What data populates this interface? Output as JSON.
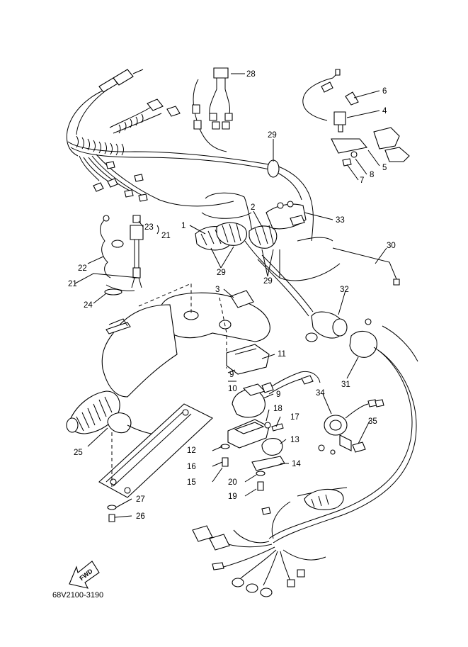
{
  "diagram": {
    "code": "68V2100-3190",
    "fwd_label": "FWD",
    "callouts": {
      "c1": "1",
      "c2": "2",
      "c3": "3",
      "c4": "4",
      "c5": "5",
      "c6": "6",
      "c7": "7",
      "c8": "8",
      "c9a": "9",
      "c9b": "9",
      "c10": "10",
      "c11": "11",
      "c12": "12",
      "c13": "13",
      "c14": "14",
      "c15": "15",
      "c16": "16",
      "c17": "17",
      "c18": "18",
      "c19": "19",
      "c20": "20",
      "c21a": "21",
      "c21b": "21",
      "c22": "22",
      "c23": "23",
      "c24": "24",
      "c25": "25",
      "c26": "26",
      "c27": "27",
      "c28": "28",
      "c29a": "29",
      "c29b": "29",
      "c29c": "29",
      "c30": "30",
      "c31": "31",
      "c32": "32",
      "c33": "33",
      "c34": "34",
      "c35": "35"
    }
  }
}
